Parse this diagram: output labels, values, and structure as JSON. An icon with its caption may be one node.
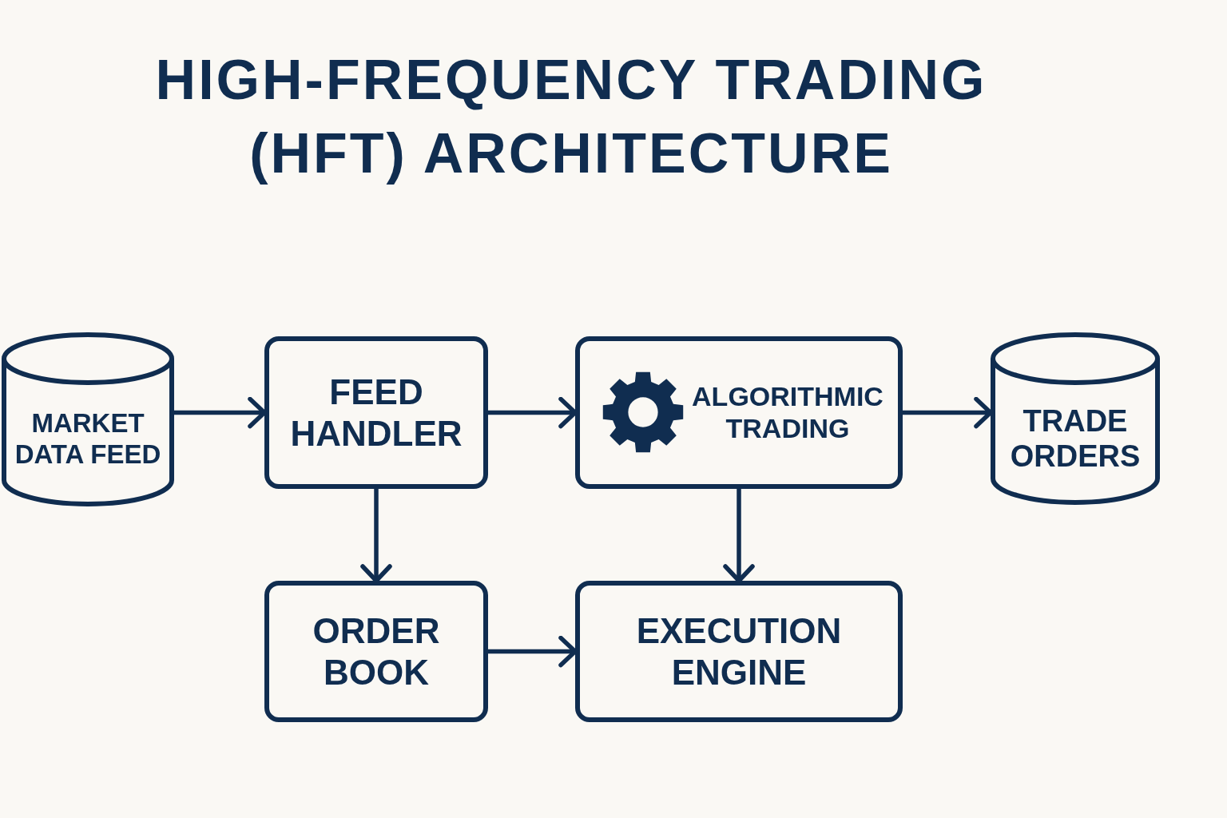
{
  "diagram": {
    "title": "HIGH-FREQUENCY TRADING (HFT) ARCHITECTURE",
    "nodes": [
      {
        "text": [
          "MARKET DATA FEED"
        ]
      },
      {
        "text": [
          "FEED HANDLER"
        ]
      },
      {
        "text": [
          "ALGORITHMIC TRADING"
        ]
      },
      {
        "text": [
          "TRADE ORDERS"
        ]
      },
      {
        "text": [
          "ORDER BOOK"
        ]
      },
      {
        "text": [
          "EXECUTION ENGINE"
        ]
      }
    ],
    "edges": [
      {
        "from": 0,
        "to": 1,
        "arrow": "to"
      },
      {
        "from": 1,
        "to": 2,
        "arrow": "to"
      },
      {
        "from": 2,
        "to": 3,
        "arrow": "to"
      },
      {
        "from": 1,
        "to": 4,
        "arrow": "to"
      },
      {
        "from": 2,
        "to": 5,
        "arrow": "to"
      },
      {
        "from": 4,
        "to": 5,
        "arrow": "to"
      }
    ]
  }
}
